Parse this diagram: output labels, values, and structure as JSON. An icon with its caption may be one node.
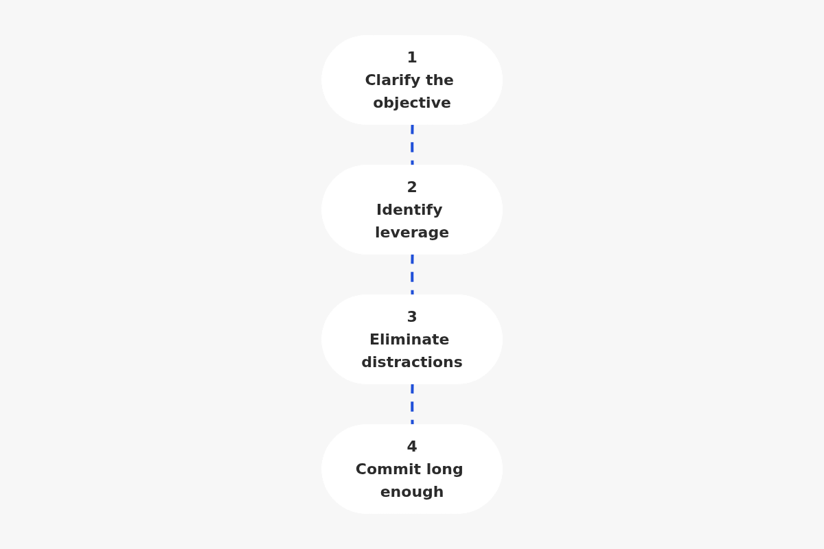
{
  "diagram": {
    "nodes": [
      {
        "text": [
          "1",
          "Clarify the objective"
        ]
      },
      {
        "text": [
          "2",
          "Identify leverage"
        ]
      },
      {
        "text": [
          "3",
          "Eliminate distractions"
        ]
      },
      {
        "text": [
          "4",
          "Commit long enough"
        ]
      }
    ],
    "edges": [
      {
        "from": 0,
        "to": 1,
        "arrow": "none",
        "style": "dashed"
      },
      {
        "from": 1,
        "to": 2,
        "arrow": "none",
        "style": "dashed"
      },
      {
        "from": 2,
        "to": 3,
        "arrow": "none",
        "style": "dashed"
      }
    ]
  }
}
